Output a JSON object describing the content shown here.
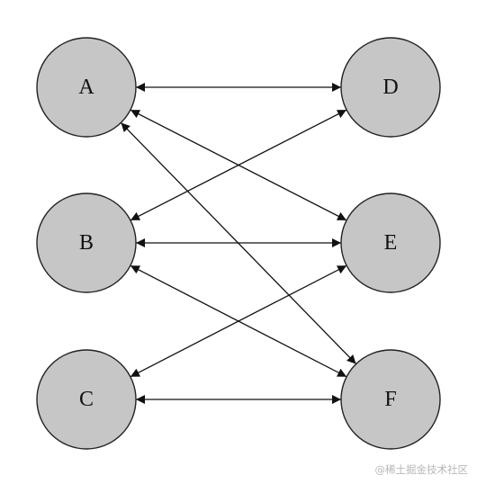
{
  "nodes": [
    {
      "id": "A",
      "label": "A"
    },
    {
      "id": "B",
      "label": "B"
    },
    {
      "id": "C",
      "label": "C"
    },
    {
      "id": "D",
      "label": "D"
    },
    {
      "id": "E",
      "label": "E"
    },
    {
      "id": "F",
      "label": "F"
    }
  ],
  "edges": [
    {
      "from": "A",
      "to": "D",
      "bidirectional": true
    },
    {
      "from": "A",
      "to": "E",
      "bidirectional": true
    },
    {
      "from": "A",
      "to": "F",
      "bidirectional": true
    },
    {
      "from": "B",
      "to": "D",
      "bidirectional": true
    },
    {
      "from": "B",
      "to": "E",
      "bidirectional": true
    },
    {
      "from": "B",
      "to": "F",
      "bidirectional": true
    },
    {
      "from": "C",
      "to": "E",
      "bidirectional": true
    },
    {
      "from": "C",
      "to": "F",
      "bidirectional": true
    }
  ],
  "colors": {
    "node_fill": "#c6c6c6",
    "node_stroke": "#222222",
    "edge": "#111111",
    "watermark": "#b7b7b7"
  },
  "watermark": {
    "text": "@稀土掘金技术社区"
  }
}
